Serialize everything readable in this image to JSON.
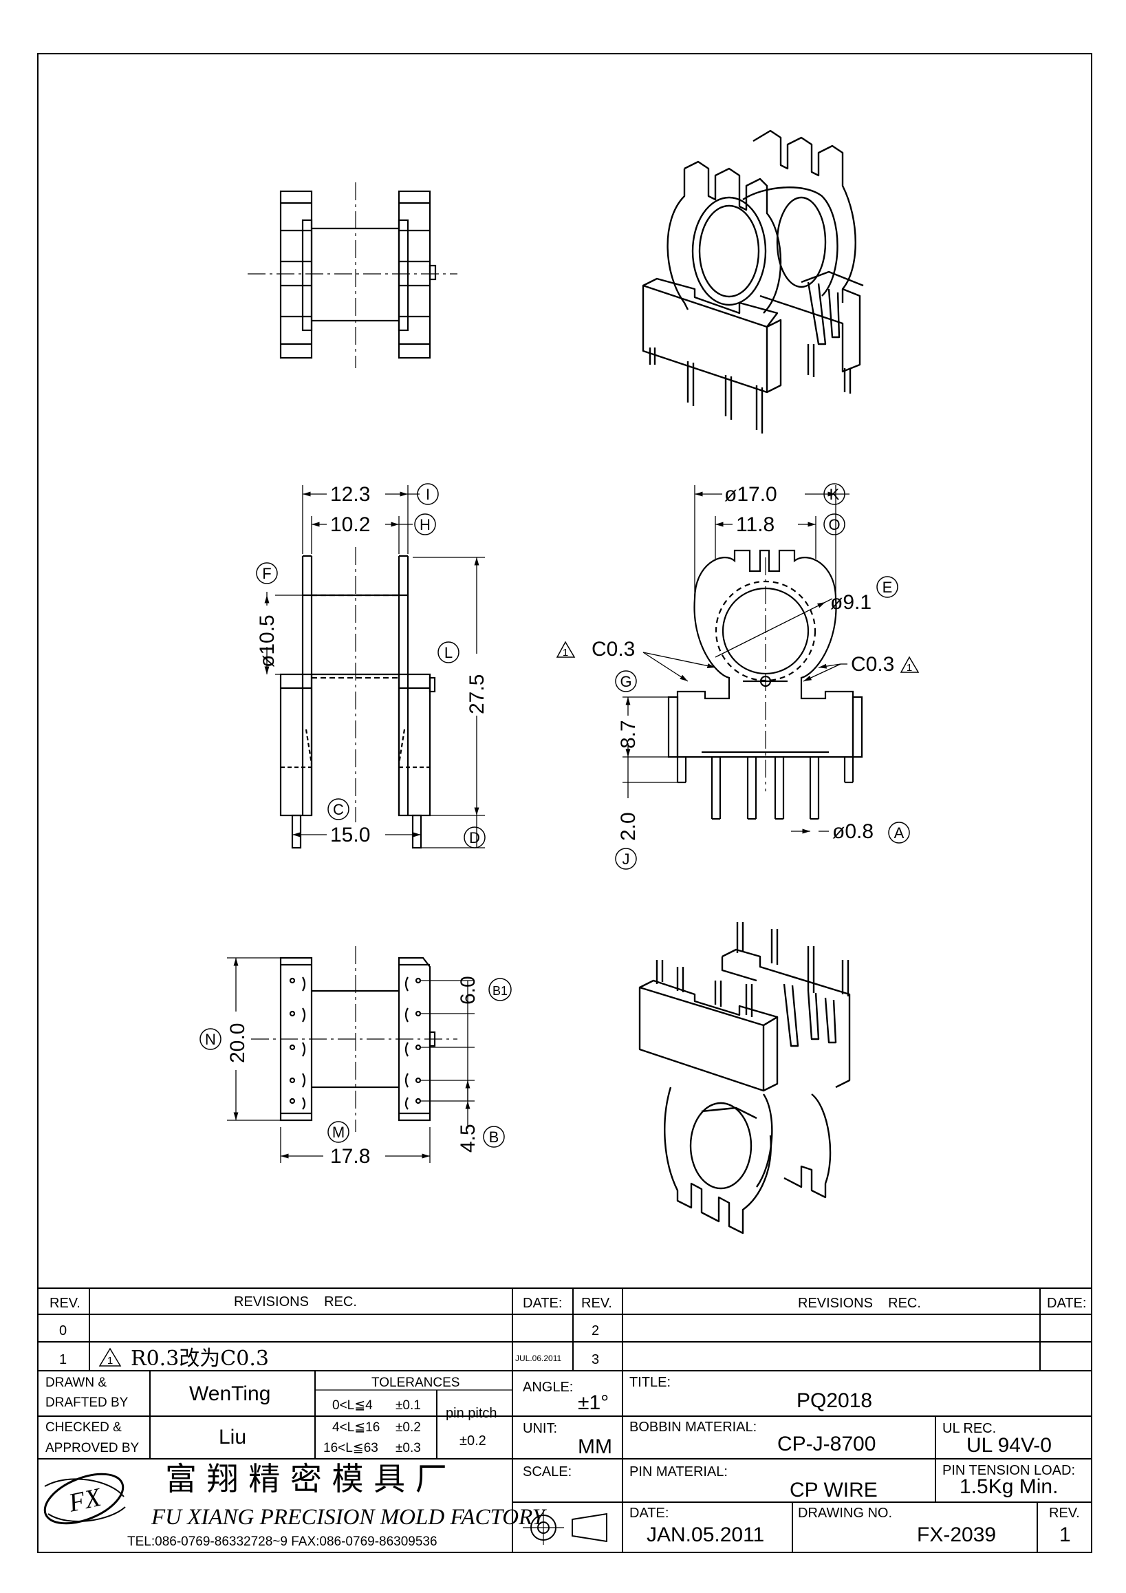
{
  "dimensions": {
    "d_12_3": "12.3",
    "d_10_2": "10.2",
    "d_phi10_5": "ø10.5",
    "d_27_5": "27.5",
    "d_15_0": "15.0",
    "d_phi17_0": "ø17.0",
    "d_11_8": "11.8",
    "d_phi9_1": "ø9.1",
    "d_c03_left": "C0.3",
    "d_c03_right": "C0.3",
    "d_8_7": "8.7",
    "d_2_0": "2.0",
    "d_phi0_8": "ø0.8",
    "d_6_0": "6.0",
    "d_20_0": "20.0",
    "d_17_8": "17.8",
    "d_4_5": "4.5"
  },
  "balloons": {
    "I": "I",
    "H": "H",
    "F": "F",
    "L": "L",
    "C": "C",
    "D": "D",
    "K": "K",
    "O": "O",
    "E": "E",
    "G": "G",
    "J": "J",
    "A": "A",
    "B1": "B1",
    "N": "N",
    "M": "M",
    "B": "B",
    "rev_mark_left": "1",
    "rev_mark_right": "1",
    "rev_mark_table": "1"
  },
  "title_block": {
    "rev_header": "REV.",
    "revisions_header": "REVISIONS    REC.",
    "date_header": "DATE:",
    "rev_header_2": "REV.",
    "revisions_header_2": "REVISIONS    REC.",
    "date_header_2": "DATE:",
    "row0_rev": "0",
    "row0_rev_right": "2",
    "row1_rev": "1",
    "row1_desc": "R0.3改为C0.3",
    "row1_date": "JUL.06.2011",
    "row1_rev_right": "3",
    "drawn_label_1": "DRAWN &",
    "drawn_label_2": "DRAFTED BY",
    "drawn_value": "WenTing",
    "checked_label_1": "CHECKED &",
    "checked_label_2": "APPROVED BY",
    "checked_value": "Liu",
    "tolerances_header": "TOLERANCES",
    "tol_row1_range": "0<L≦4",
    "tol_row1_val": "±0.1",
    "tol_row2_range": "4<L≦16",
    "tol_row2_val": "±0.2",
    "tol_row3_range": "16<L≦63",
    "tol_row3_val": "±0.3",
    "pin_pitch_label": "pin pitch",
    "pin_pitch_val": "±0.2",
    "angle_label": "ANGLE:",
    "angle_value": "±1°",
    "unit_label": "UNIT:",
    "unit_value": "MM",
    "scale_label": "SCALE:",
    "title_label": "TITLE:",
    "title_value": "PQ2018",
    "bobbin_material_label": "BOBBIN MATERIAL:",
    "bobbin_material_value": "CP-J-8700",
    "ul_rec_label": "UL REC.",
    "ul_rec_value": "UL 94V-0",
    "pin_material_label": "PIN MATERIAL:",
    "pin_material_value": "CP WIRE",
    "pin_tension_label": "PIN TENSION LOAD:",
    "pin_tension_value": "1.5Kg Min.",
    "date_label": "DATE:",
    "date_value": "JAN.05.2011",
    "drawing_no_label": "DRAWING NO.",
    "drawing_no_value": "FX-2039",
    "rev_label": "REV.",
    "rev_value": "1",
    "company_cn": "富 翔 精 密 模 具 厂",
    "company_en": "FU XIANG PRECISION MOLD FACTORY",
    "company_contact": "TEL:086-0769-86332728~9  FAX:086-0769-86309536",
    "logo_text": "FX"
  }
}
